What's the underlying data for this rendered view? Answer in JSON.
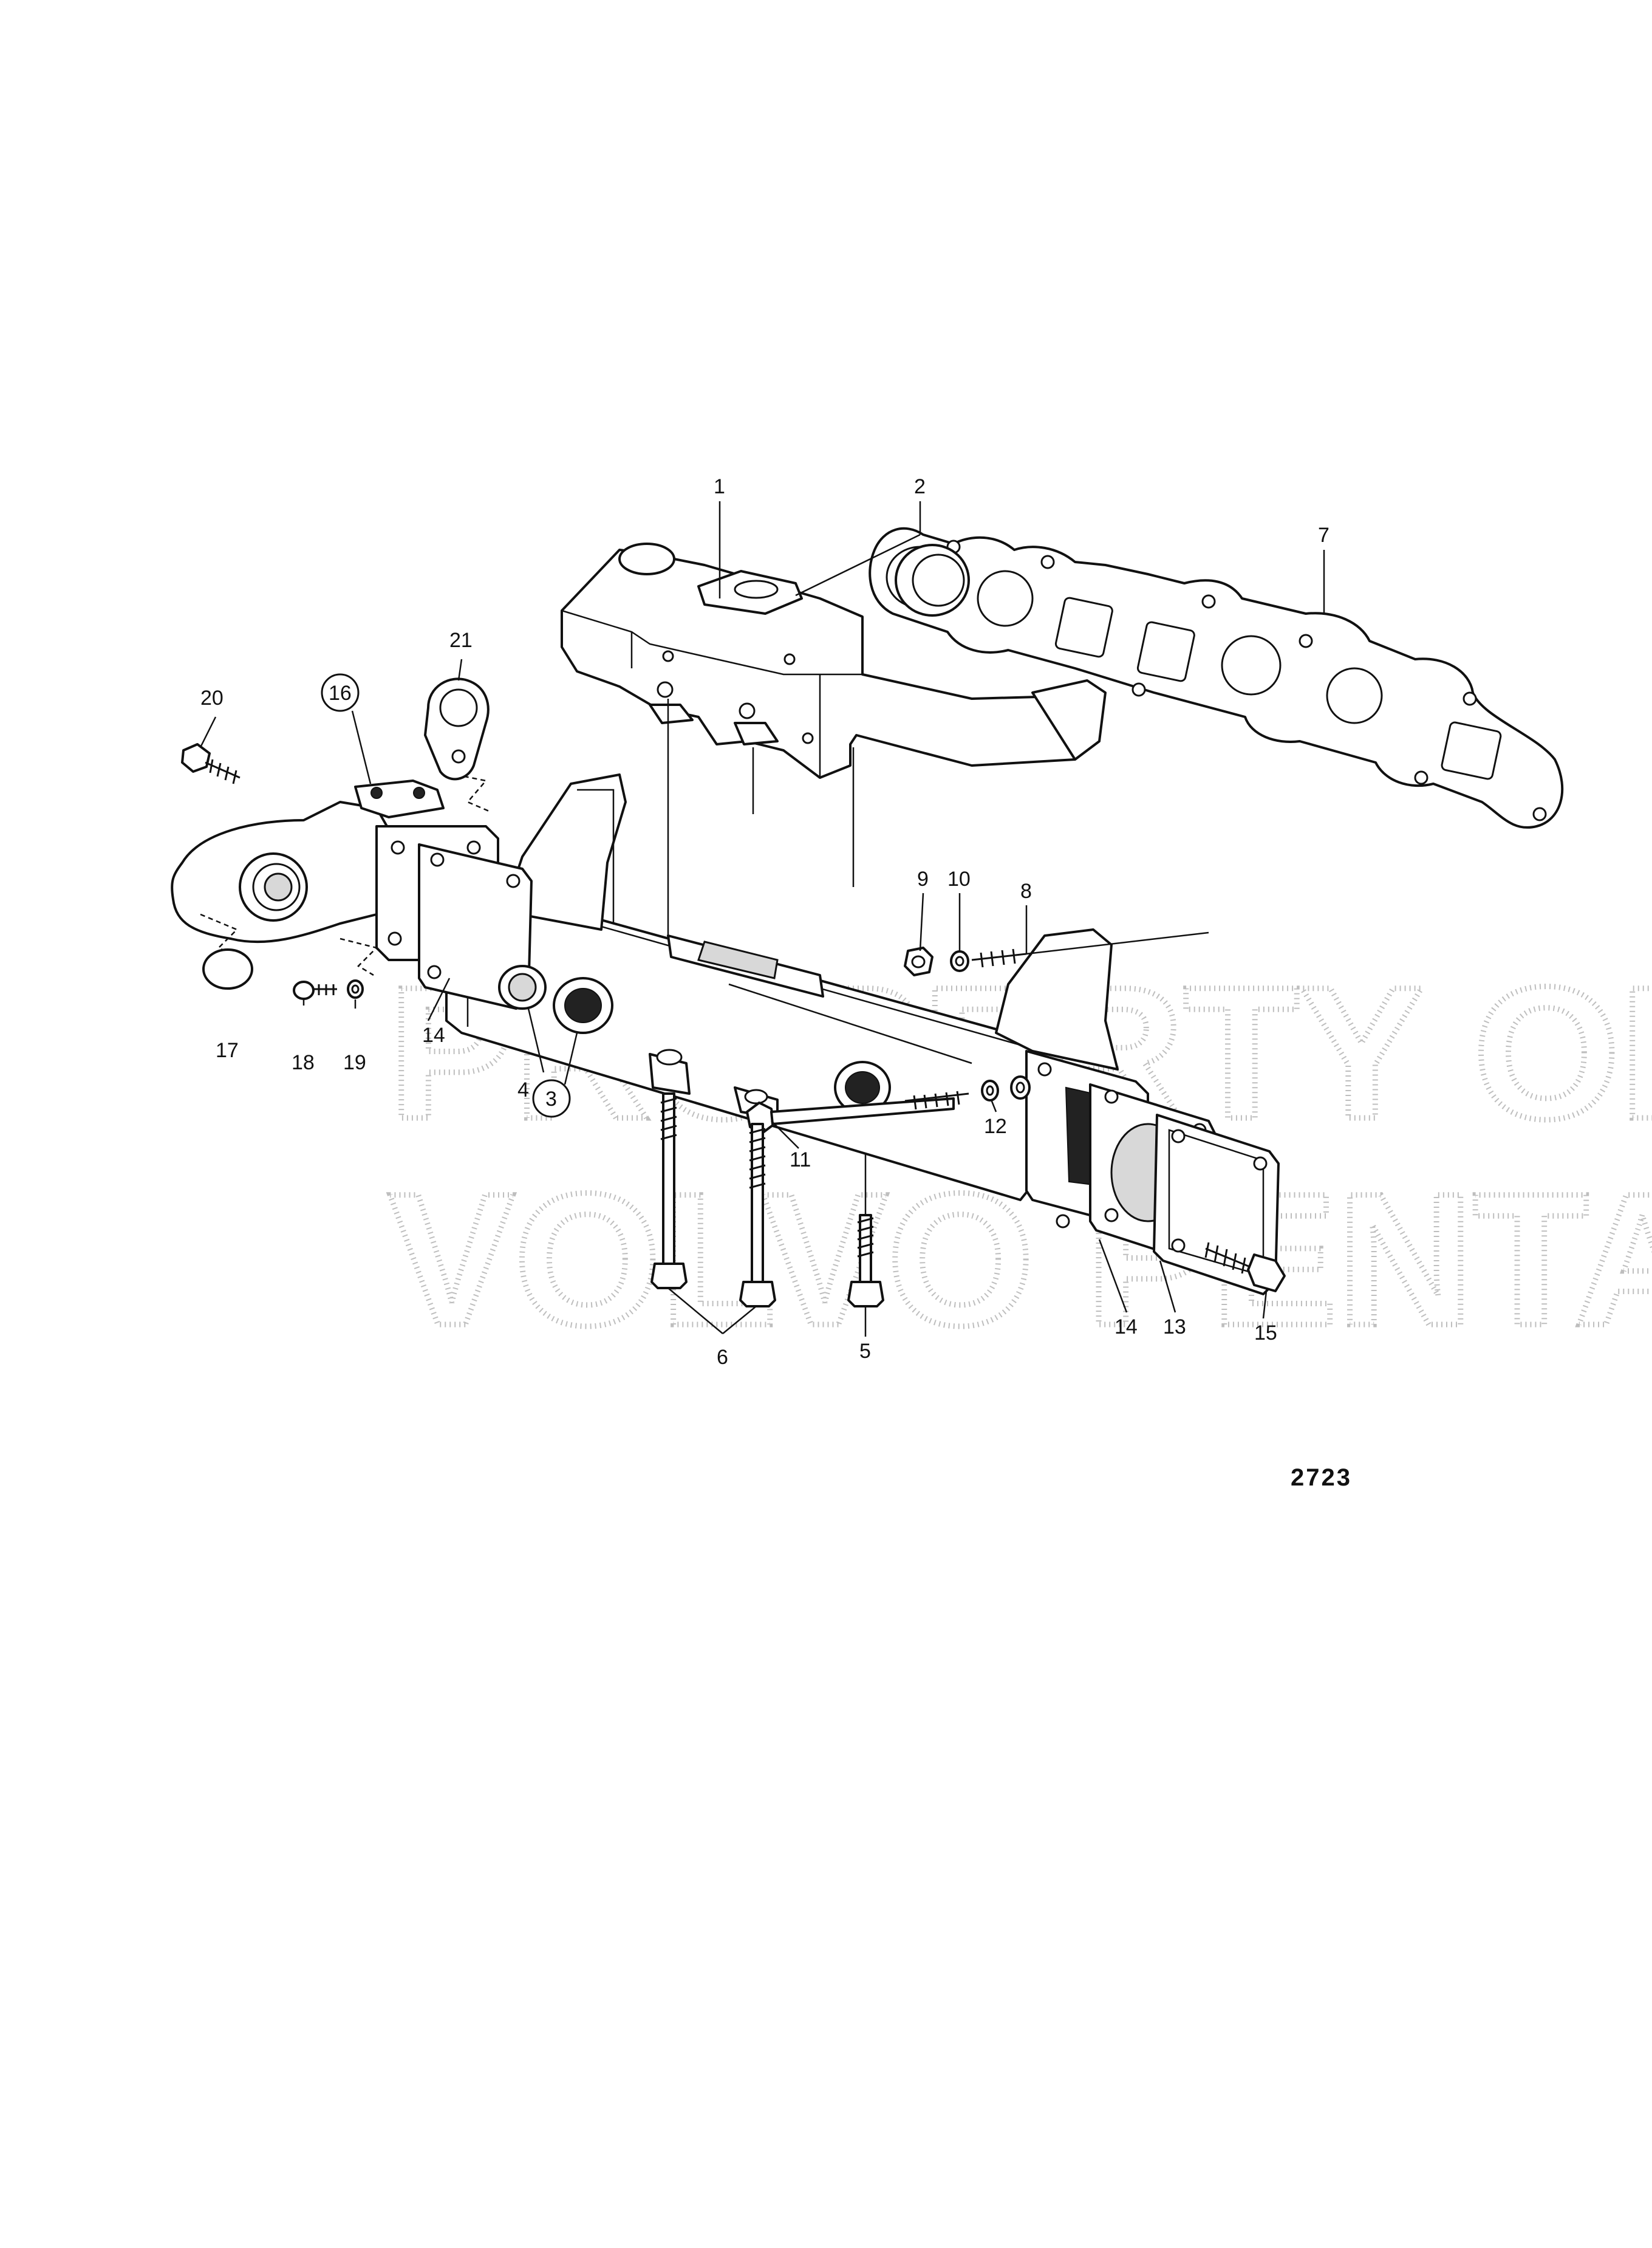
{
  "figure_number": "2723",
  "watermark": {
    "line1": "PROPERTY OF",
    "line2": "VOLVO PENTA"
  },
  "callouts": [
    {
      "id": "c1",
      "label": "1"
    },
    {
      "id": "c2",
      "label": "2"
    },
    {
      "id": "c3",
      "label": "3",
      "circled": true
    },
    {
      "id": "c4",
      "label": "4"
    },
    {
      "id": "c5",
      "label": "5"
    },
    {
      "id": "c6",
      "label": "6"
    },
    {
      "id": "c7",
      "label": "7"
    },
    {
      "id": "c8",
      "label": "8"
    },
    {
      "id": "c9",
      "label": "9"
    },
    {
      "id": "c10",
      "label": "10"
    },
    {
      "id": "c11",
      "label": "11"
    },
    {
      "id": "c12",
      "label": "12"
    },
    {
      "id": "c13",
      "label": "13"
    },
    {
      "id": "c14a",
      "label": "14"
    },
    {
      "id": "c14b",
      "label": "14"
    },
    {
      "id": "c15",
      "label": "15"
    },
    {
      "id": "c16",
      "label": "16",
      "circled": true
    },
    {
      "id": "c17",
      "label": "17"
    },
    {
      "id": "c18",
      "label": "18"
    },
    {
      "id": "c19",
      "label": "19"
    },
    {
      "id": "c20",
      "label": "20"
    },
    {
      "id": "c21",
      "label": "21"
    }
  ]
}
